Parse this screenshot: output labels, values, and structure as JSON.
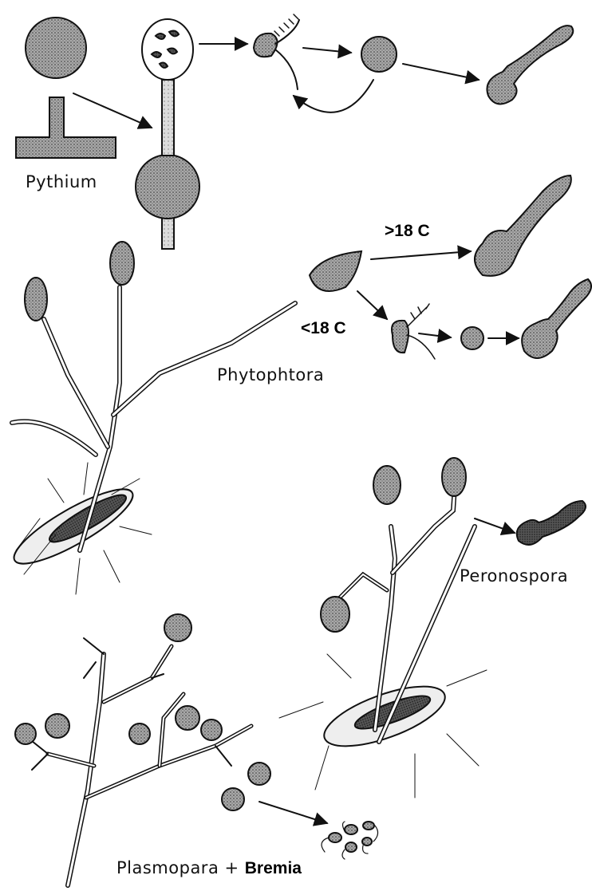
{
  "labels": {
    "pythium": "Pythium",
    "phytophtora": "Phytophtora",
    "peronospora": "Peronospora",
    "plasmopara": "Plasmopara + ",
    "bremia": "Bremia",
    "above_temp": ">18 C",
    "below_temp": "<18 C"
  },
  "colors": {
    "ink": "#111111",
    "spore_fill": "#9a9a9a",
    "background": "#ffffff"
  }
}
